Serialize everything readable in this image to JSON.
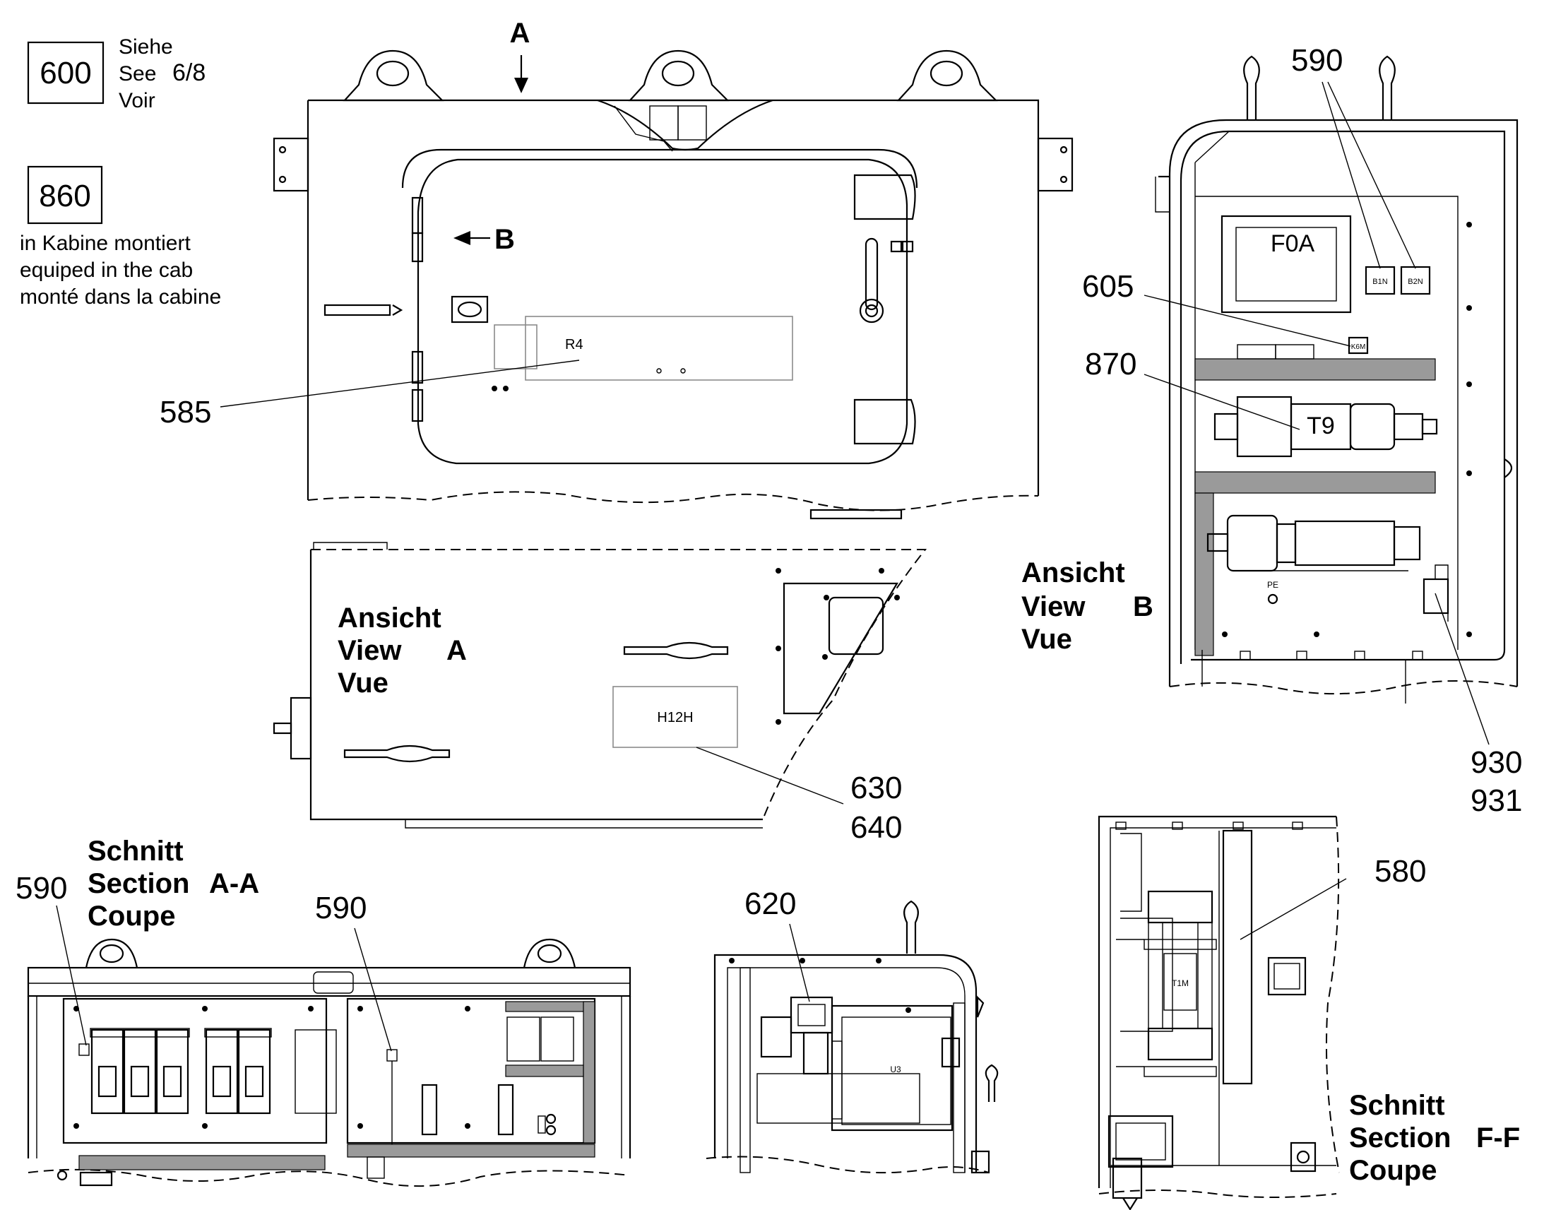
{
  "refs": {
    "box600": "600",
    "box860": "860",
    "siehe": "Siehe",
    "see": "See",
    "voir": "Voir",
    "sheet": "6/8",
    "cab_de": "in Kabine montiert",
    "cab_en": "equiped in the cab",
    "cab_fr": "monté dans la cabine"
  },
  "arrows": {
    "a": "A",
    "b": "B"
  },
  "components": {
    "r4": "R4",
    "f0a": "F0A",
    "t9": "T9",
    "h12h": "H12H",
    "u3": "U3",
    "t1m": "T1M",
    "b1n": "B1N",
    "b2n": "B2N",
    "k6m": "K6M",
    "pe": "PE"
  },
  "callouts": {
    "c585": "585",
    "c590a": "590",
    "c590b": "590",
    "c590c": "590",
    "c605": "605",
    "c870": "870",
    "c930": "930",
    "c931": "931",
    "c630": "630",
    "c640": "640",
    "c620": "620",
    "c580": "580"
  },
  "view_a": {
    "de": "Ansicht",
    "en": "View",
    "fr": "Vue",
    "letter": "A"
  },
  "view_b": {
    "de": "Ansicht",
    "en": "View",
    "fr": "Vue",
    "letter": "B"
  },
  "section_aa": {
    "de": "Schnitt",
    "en": "Section",
    "fr": "Coupe",
    "letter": "A-A"
  },
  "section_ff": {
    "de": "Schnitt",
    "en": "Section",
    "fr": "Coupe",
    "letter": "F-F"
  }
}
